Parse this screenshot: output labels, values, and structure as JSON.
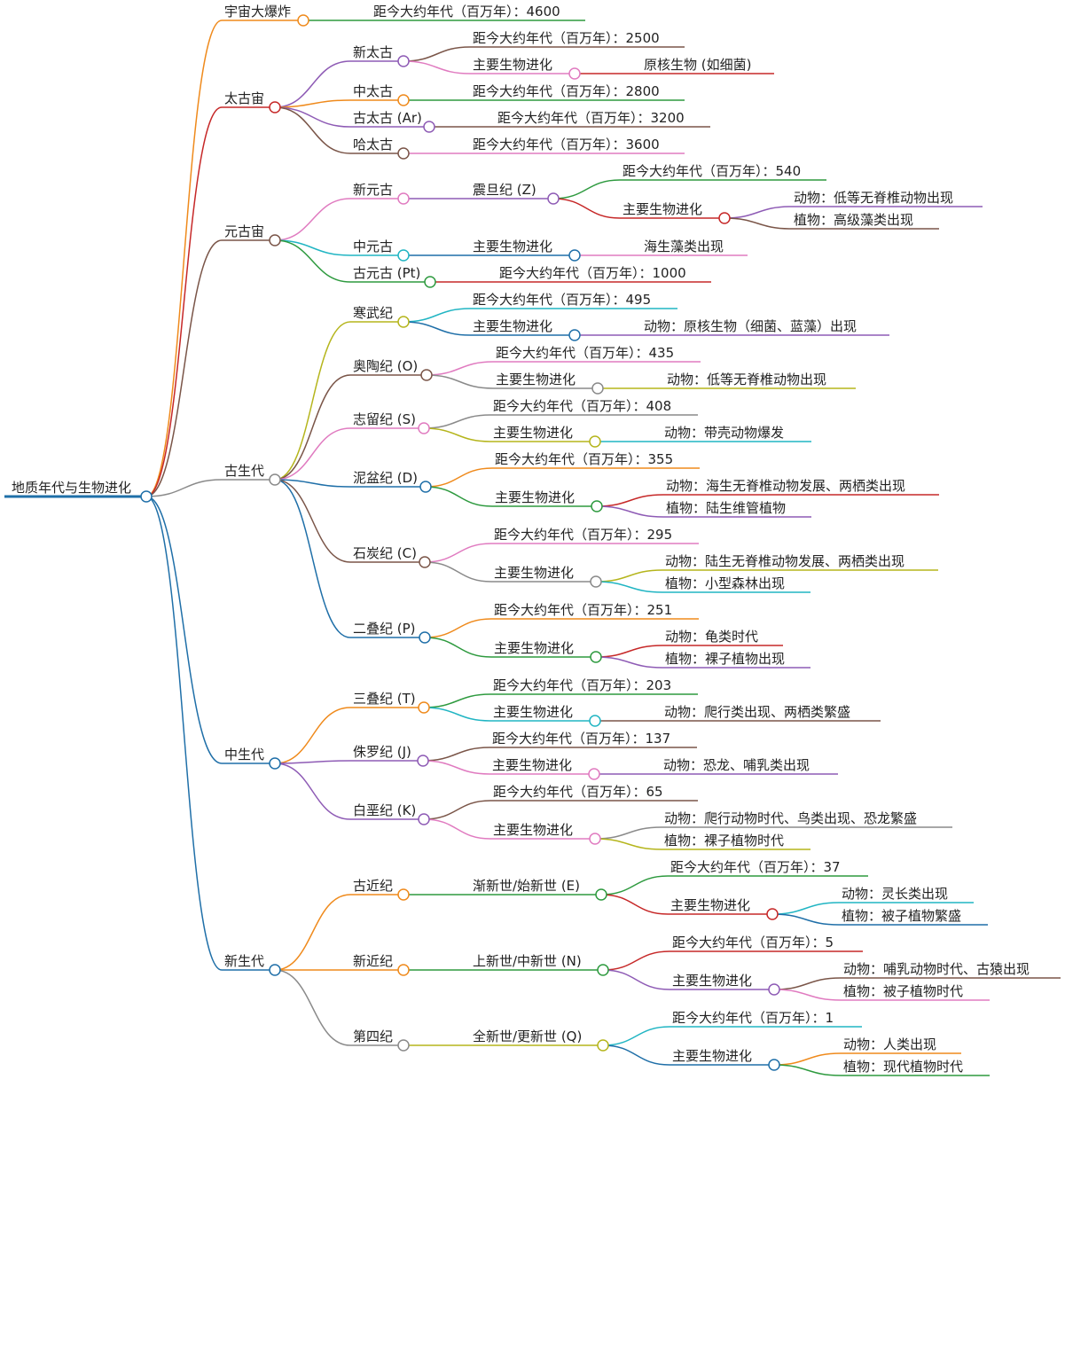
{
  "colors": {
    "orange": "#ef8a1c",
    "red": "#c62828",
    "brown": "#7a5548",
    "gray": "#8a8a8a",
    "blue": "#1f6fa8",
    "purple": "#8e5bb5",
    "green": "#2e9a3f",
    "pink": "#e07bc0",
    "teal": "#21b5c3",
    "olive": "#b5b51c",
    "navy": "#1f6fa8"
  },
  "mindmap": {
    "root": {
      "label": "地质年代与生物进化",
      "color": "blue"
    },
    "nodes": [
      {
        "id": "bigbang",
        "parent": "root",
        "label": "宇宙大爆炸",
        "color": "orange"
      },
      {
        "id": "bigbang_age",
        "parent": "bigbang",
        "label": "距今大约年代（百万年）：4600",
        "color": "green"
      },
      {
        "id": "archean",
        "parent": "root",
        "label": "太古宙",
        "color": "red"
      },
      {
        "id": "neoarchean",
        "parent": "archean",
        "label": "新太古",
        "color": "purple"
      },
      {
        "id": "neoarchean_age",
        "parent": "neoarchean",
        "label": "距今大约年代（百万年）：2500",
        "color": "brown"
      },
      {
        "id": "neoarchean_evo",
        "parent": "neoarchean",
        "label": "主要生物进化",
        "color": "pink"
      },
      {
        "id": "neoarchean_evo_1",
        "parent": "neoarchean_evo",
        "label": "原核生物 (如细菌)",
        "color": "red"
      },
      {
        "id": "mesoarchean",
        "parent": "archean",
        "label": "中太古",
        "color": "orange"
      },
      {
        "id": "mesoarchean_age",
        "parent": "mesoarchean",
        "label": "距今大约年代（百万年）：2800",
        "color": "green"
      },
      {
        "id": "paleoarchean",
        "parent": "archean",
        "label": "古太古 (Ar)",
        "color": "purple"
      },
      {
        "id": "paleoarchean_age",
        "parent": "paleoarchean",
        "label": "距今大约年代（百万年）：3200",
        "color": "brown"
      },
      {
        "id": "eoarchean",
        "parent": "archean",
        "label": "哈太古",
        "color": "brown"
      },
      {
        "id": "eoarchean_age",
        "parent": "eoarchean",
        "label": "距今大约年代（百万年）：3600",
        "color": "pink"
      },
      {
        "id": "proterozoic",
        "parent": "root",
        "label": "元古宙",
        "color": "brown"
      },
      {
        "id": "neoproterozoic",
        "parent": "proterozoic",
        "label": "新元古",
        "color": "pink"
      },
      {
        "id": "sinian",
        "parent": "neoproterozoic",
        "label": "震旦纪 (Z)",
        "color": "purple"
      },
      {
        "id": "sinian_age",
        "parent": "sinian",
        "label": "距今大约年代（百万年）：540",
        "color": "green"
      },
      {
        "id": "sinian_evo",
        "parent": "sinian",
        "label": "主要生物进化",
        "color": "red"
      },
      {
        "id": "sinian_evo_1",
        "parent": "sinian_evo",
        "label": "动物：低等无脊椎动物出现",
        "color": "purple"
      },
      {
        "id": "sinian_evo_2",
        "parent": "sinian_evo",
        "label": "植物：高级藻类出现",
        "color": "brown"
      },
      {
        "id": "mesoproterozoic",
        "parent": "proterozoic",
        "label": "中元古",
        "color": "teal"
      },
      {
        "id": "mesoproterozoic_evo",
        "parent": "mesoproterozoic",
        "label": "主要生物进化",
        "color": "navy"
      },
      {
        "id": "mesoproterozoic_evo_1",
        "parent": "mesoproterozoic_evo",
        "label": "海生藻类出现",
        "color": "pink"
      },
      {
        "id": "paleoproterozoic",
        "parent": "proterozoic",
        "label": "古元古 (Pt)",
        "color": "green"
      },
      {
        "id": "paleoproterozoic_age",
        "parent": "paleoproterozoic",
        "label": "距今大约年代（百万年）：1000",
        "color": "red"
      },
      {
        "id": "paleozoic",
        "parent": "root",
        "label": "古生代",
        "color": "gray"
      },
      {
        "id": "cambrian",
        "parent": "paleozoic",
        "label": "寒武纪",
        "color": "olive"
      },
      {
        "id": "cambrian_age",
        "parent": "cambrian",
        "label": "距今大约年代（百万年）：495",
        "color": "teal"
      },
      {
        "id": "cambrian_evo",
        "parent": "cambrian",
        "label": "主要生物进化",
        "color": "navy"
      },
      {
        "id": "cambrian_evo_1",
        "parent": "cambrian_evo",
        "label": "动物：原核生物（细菌、蓝藻）出现",
        "color": "purple"
      },
      {
        "id": "ordovician",
        "parent": "paleozoic",
        "label": "奥陶纪 (O)",
        "color": "brown"
      },
      {
        "id": "ordovician_age",
        "parent": "ordovician",
        "label": "距今大约年代（百万年）：435",
        "color": "pink"
      },
      {
        "id": "ordovician_evo",
        "parent": "ordovician",
        "label": "主要生物进化",
        "color": "gray"
      },
      {
        "id": "ordovician_evo_1",
        "parent": "ordovician_evo",
        "label": "动物：低等无脊椎动物出现",
        "color": "olive"
      },
      {
        "id": "silurian",
        "parent": "paleozoic",
        "label": "志留纪 (S)",
        "color": "pink"
      },
      {
        "id": "silurian_age",
        "parent": "silurian",
        "label": "距今大约年代（百万年）：408",
        "color": "gray"
      },
      {
        "id": "silurian_evo",
        "parent": "silurian",
        "label": "主要生物进化",
        "color": "olive"
      },
      {
        "id": "silurian_evo_1",
        "parent": "silurian_evo",
        "label": "动物：带壳动物爆发",
        "color": "teal"
      },
      {
        "id": "devonian",
        "parent": "paleozoic",
        "label": "泥盆纪 (D)",
        "color": "navy"
      },
      {
        "id": "devonian_age",
        "parent": "devonian",
        "label": "距今大约年代（百万年）：355",
        "color": "orange"
      },
      {
        "id": "devonian_evo",
        "parent": "devonian",
        "label": "主要生物进化",
        "color": "green"
      },
      {
        "id": "devonian_evo_1",
        "parent": "devonian_evo",
        "label": "动物：海生无脊椎动物发展、两栖类出现",
        "color": "red"
      },
      {
        "id": "devonian_evo_2",
        "parent": "devonian_evo",
        "label": "植物：陆生维管植物",
        "color": "purple"
      },
      {
        "id": "carboniferous",
        "parent": "paleozoic",
        "label": "石炭纪 (C)",
        "color": "brown"
      },
      {
        "id": "carboniferous_age",
        "parent": "carboniferous",
        "label": "距今大约年代（百万年）：295",
        "color": "pink"
      },
      {
        "id": "carboniferous_evo",
        "parent": "carboniferous",
        "label": "主要生物进化",
        "color": "gray"
      },
      {
        "id": "carboniferous_evo_1",
        "parent": "carboniferous_evo",
        "label": "动物：陆生无脊椎动物发展、两栖类出现",
        "color": "olive"
      },
      {
        "id": "carboniferous_evo_2",
        "parent": "carboniferous_evo",
        "label": "植物：小型森林出现",
        "color": "teal"
      },
      {
        "id": "permian",
        "parent": "paleozoic",
        "label": "二叠纪 (P)",
        "color": "navy"
      },
      {
        "id": "permian_age",
        "parent": "permian",
        "label": "距今大约年代（百万年）：251",
        "color": "orange"
      },
      {
        "id": "permian_evo",
        "parent": "permian",
        "label": "主要生物进化",
        "color": "green"
      },
      {
        "id": "permian_evo_1",
        "parent": "permian_evo",
        "label": "动物：龟类时代",
        "color": "red"
      },
      {
        "id": "permian_evo_2",
        "parent": "permian_evo",
        "label": "植物：裸子植物出现",
        "color": "purple"
      },
      {
        "id": "mesozoic",
        "parent": "root",
        "label": "中生代",
        "color": "navy"
      },
      {
        "id": "triassic",
        "parent": "mesozoic",
        "label": "三叠纪 (T)",
        "color": "orange"
      },
      {
        "id": "triassic_age",
        "parent": "triassic",
        "label": "距今大约年代（百万年）：203",
        "color": "green"
      },
      {
        "id": "triassic_evo",
        "parent": "triassic",
        "label": "主要生物进化",
        "color": "teal"
      },
      {
        "id": "triassic_evo_1",
        "parent": "triassic_evo",
        "label": "动物：爬行类出现、两栖类繁盛",
        "color": "brown"
      },
      {
        "id": "jurassic",
        "parent": "mesozoic",
        "label": "侏罗纪 (J)",
        "color": "purple"
      },
      {
        "id": "jurassic_age",
        "parent": "jurassic",
        "label": "距今大约年代（百万年）：137",
        "color": "brown"
      },
      {
        "id": "jurassic_evo",
        "parent": "jurassic",
        "label": "主要生物进化",
        "color": "pink"
      },
      {
        "id": "jurassic_evo_1",
        "parent": "jurassic_evo",
        "label": "动物：恐龙、哺乳类出现",
        "color": "purple"
      },
      {
        "id": "cretaceous",
        "parent": "mesozoic",
        "label": "白垩纪 (K)",
        "color": "purple"
      },
      {
        "id": "cretaceous_age",
        "parent": "cretaceous",
        "label": "距今大约年代（百万年）：65",
        "color": "brown"
      },
      {
        "id": "cretaceous_evo",
        "parent": "cretaceous",
        "label": "主要生物进化",
        "color": "pink"
      },
      {
        "id": "cretaceous_evo_1",
        "parent": "cretaceous_evo",
        "label": "动物：爬行动物时代、鸟类出现、恐龙繁盛",
        "color": "gray"
      },
      {
        "id": "cretaceous_evo_2",
        "parent": "cretaceous_evo",
        "label": "植物：裸子植物时代",
        "color": "olive"
      },
      {
        "id": "cenozoic",
        "parent": "root",
        "label": "新生代",
        "color": "navy"
      },
      {
        "id": "paleogene",
        "parent": "cenozoic",
        "label": "古近纪",
        "color": "orange"
      },
      {
        "id": "oligocene",
        "parent": "paleogene",
        "label": "渐新世/始新世 (E)",
        "color": "green"
      },
      {
        "id": "oligocene_age",
        "parent": "oligocene",
        "label": "距今大约年代（百万年）：37",
        "color": "green"
      },
      {
        "id": "oligocene_evo",
        "parent": "oligocene",
        "label": "主要生物进化",
        "color": "red"
      },
      {
        "id": "oligocene_evo_1",
        "parent": "oligocene_evo",
        "label": "动物：灵长类出现",
        "color": "teal"
      },
      {
        "id": "oligocene_evo_2",
        "parent": "oligocene_evo",
        "label": "植物：被子植物繁盛",
        "color": "navy"
      },
      {
        "id": "neogene",
        "parent": "cenozoic",
        "label": "新近纪",
        "color": "orange"
      },
      {
        "id": "pliocene",
        "parent": "neogene",
        "label": "上新世/中新世 (N)",
        "color": "green"
      },
      {
        "id": "pliocene_age",
        "parent": "pliocene",
        "label": "距今大约年代（百万年）：5",
        "color": "red"
      },
      {
        "id": "pliocene_evo",
        "parent": "pliocene",
        "label": "主要生物进化",
        "color": "purple"
      },
      {
        "id": "pliocene_evo_1",
        "parent": "pliocene_evo",
        "label": "动物：哺乳动物时代、古猿出现",
        "color": "brown"
      },
      {
        "id": "pliocene_evo_2",
        "parent": "pliocene_evo",
        "label": "植物：被子植物时代",
        "color": "pink"
      },
      {
        "id": "quaternary",
        "parent": "cenozoic",
        "label": "第四纪",
        "color": "gray"
      },
      {
        "id": "holocene",
        "parent": "quaternary",
        "label": "全新世/更新世 (Q)",
        "color": "olive"
      },
      {
        "id": "holocene_age",
        "parent": "holocene",
        "label": "距今大约年代（百万年）：1",
        "color": "teal"
      },
      {
        "id": "holocene_evo",
        "parent": "holocene",
        "label": "主要生物进化",
        "color": "navy"
      },
      {
        "id": "holocene_evo_1",
        "parent": "holocene_evo",
        "label": "动物：人类出现",
        "color": "orange"
      },
      {
        "id": "holocene_evo_2",
        "parent": "holocene_evo",
        "label": "植物：现代植物时代",
        "color": "green"
      }
    ]
  }
}
